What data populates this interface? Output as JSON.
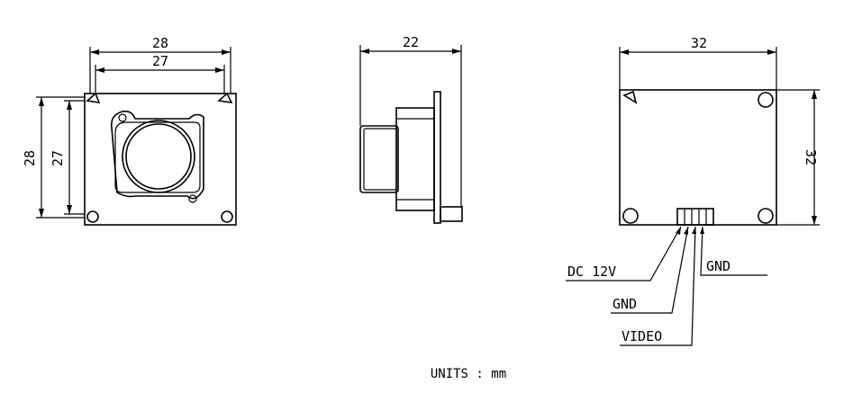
{
  "front_view": {
    "outer_width": "28",
    "inner_width": "27",
    "outer_height": "28",
    "inner_height": "27"
  },
  "side_view": {
    "depth": "22"
  },
  "rear_view": {
    "width": "32",
    "height": "32"
  },
  "pins": {
    "dc": "DC 12V",
    "gnd_left": "GND",
    "video": "VIDEO",
    "gnd_right": "GND"
  },
  "units": "UNITS : mm"
}
